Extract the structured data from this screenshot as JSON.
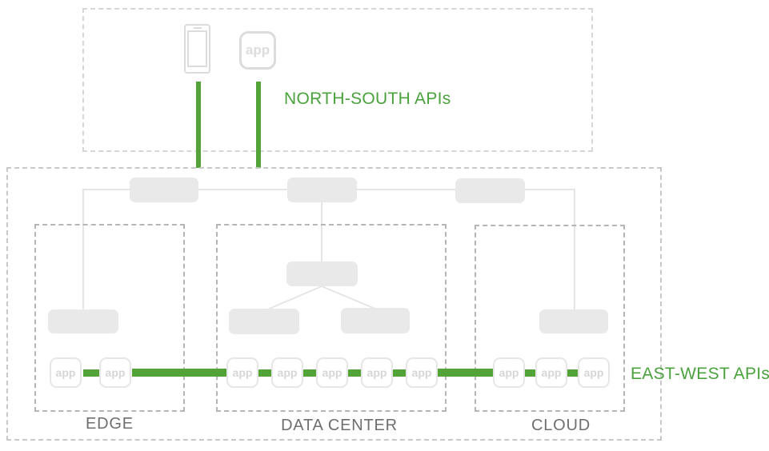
{
  "labels": {
    "north_south": "NORTH-SOUTH APIs",
    "east_west": "EAST-WEST APIs",
    "app": "app"
  },
  "zones": {
    "edge": {
      "label": "EDGE",
      "app_count": 2
    },
    "data_center": {
      "label": "DATA CENTER",
      "app_count": 5
    },
    "cloud": {
      "label": "CLOUD",
      "app_count": 3
    }
  },
  "icons": {
    "client_device": "phone-icon",
    "client_app": "app-icon"
  },
  "colors": {
    "green": "#54a339",
    "green_text": "#4aa23c",
    "node_fill": "#e9e9e9",
    "line": "#e5e5e5",
    "dash_top": "#d6d6d6",
    "dash_outer": "#c8c8c8",
    "dash_inner": "#b5b5b5",
    "label_text": "#6e6e6e",
    "icon_gray": "#dcdcdc",
    "app_border": "#e6e6e6",
    "app_text": "#d6d6d6"
  }
}
